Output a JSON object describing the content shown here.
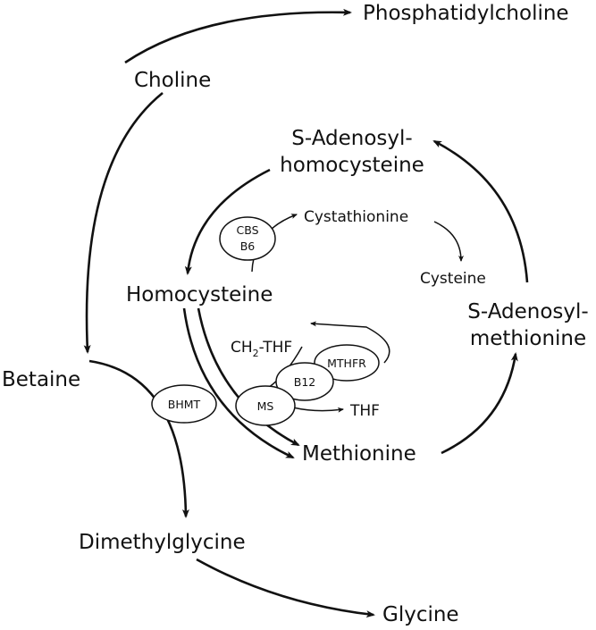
{
  "metabolites": {
    "phosphatidylcholine": "Phosphatidylcholine",
    "choline": "Choline",
    "s_adenosylhomocysteine_line1": "S-Adenosyl-",
    "s_adenosylhomocysteine_line2": "homocysteine",
    "cystathionine": "Cystathionine",
    "cysteine": "Cysteine",
    "homocysteine": "Homocysteine",
    "s_adenosylmethionine_line1": "S-Adenosyl-",
    "s_adenosylmethionine_line2": "methionine",
    "ch2_thf_prefix": "CH",
    "ch2_thf_subscript": "2",
    "ch2_thf_suffix": "-THF",
    "thf": "THF",
    "betaine": "Betaine",
    "methionine": "Methionine",
    "dimethylglycine": "Dimethylglycine",
    "glycine": "Glycine"
  },
  "enzymes": {
    "cbs_line1": "CBS",
    "cbs_line2": "B6",
    "mthfr": "MTHFR",
    "b12": "B12",
    "ms": "MS",
    "bhmt": "BHMT"
  },
  "colors": {
    "ink": "#111111",
    "background": "#ffffff"
  }
}
